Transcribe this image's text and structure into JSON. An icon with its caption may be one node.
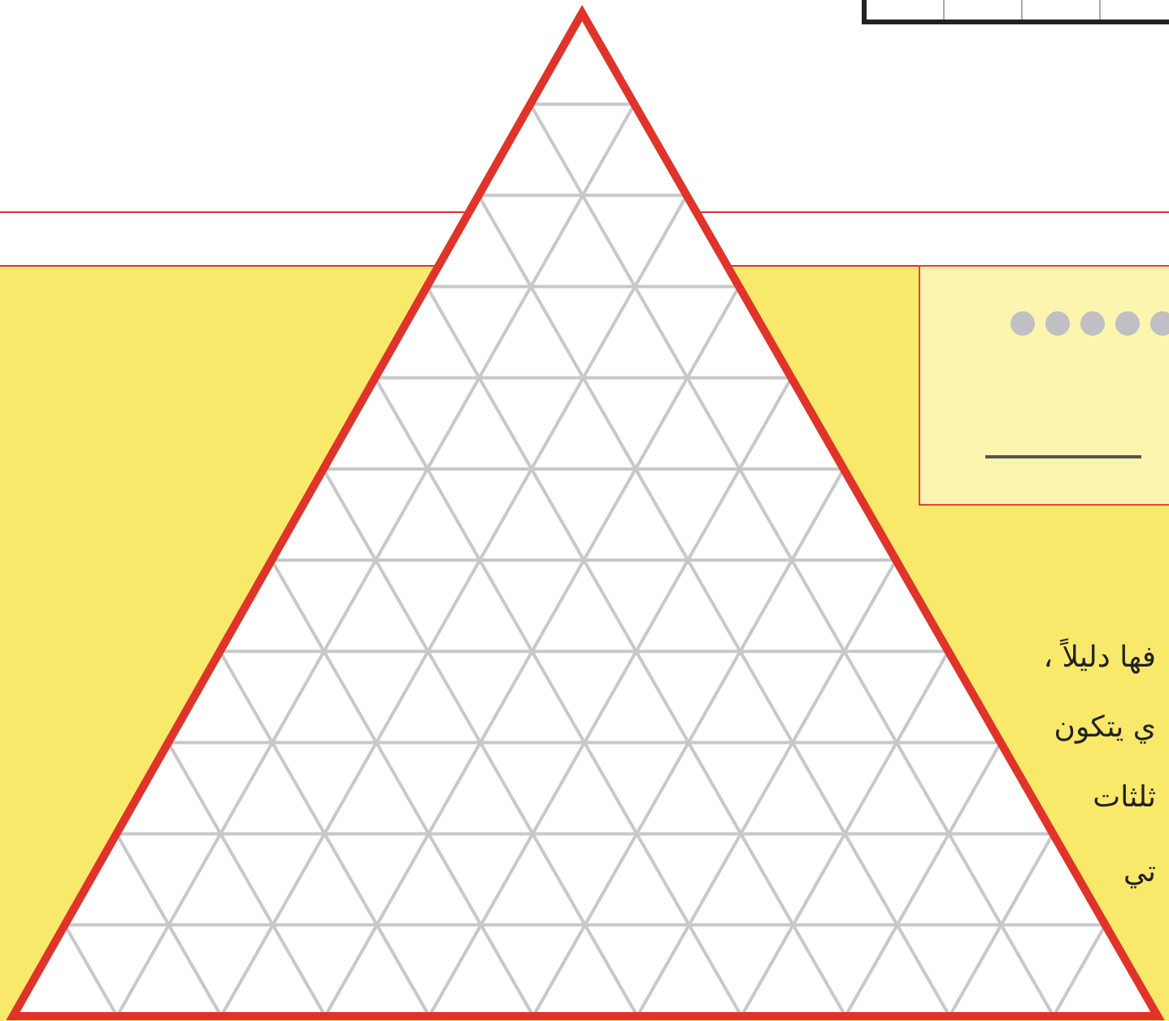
{
  "diagram": {
    "labels": [
      "فها دليلاً ،",
      "ي يتكون",
      "ثلثات",
      "تي"
    ]
  }
}
